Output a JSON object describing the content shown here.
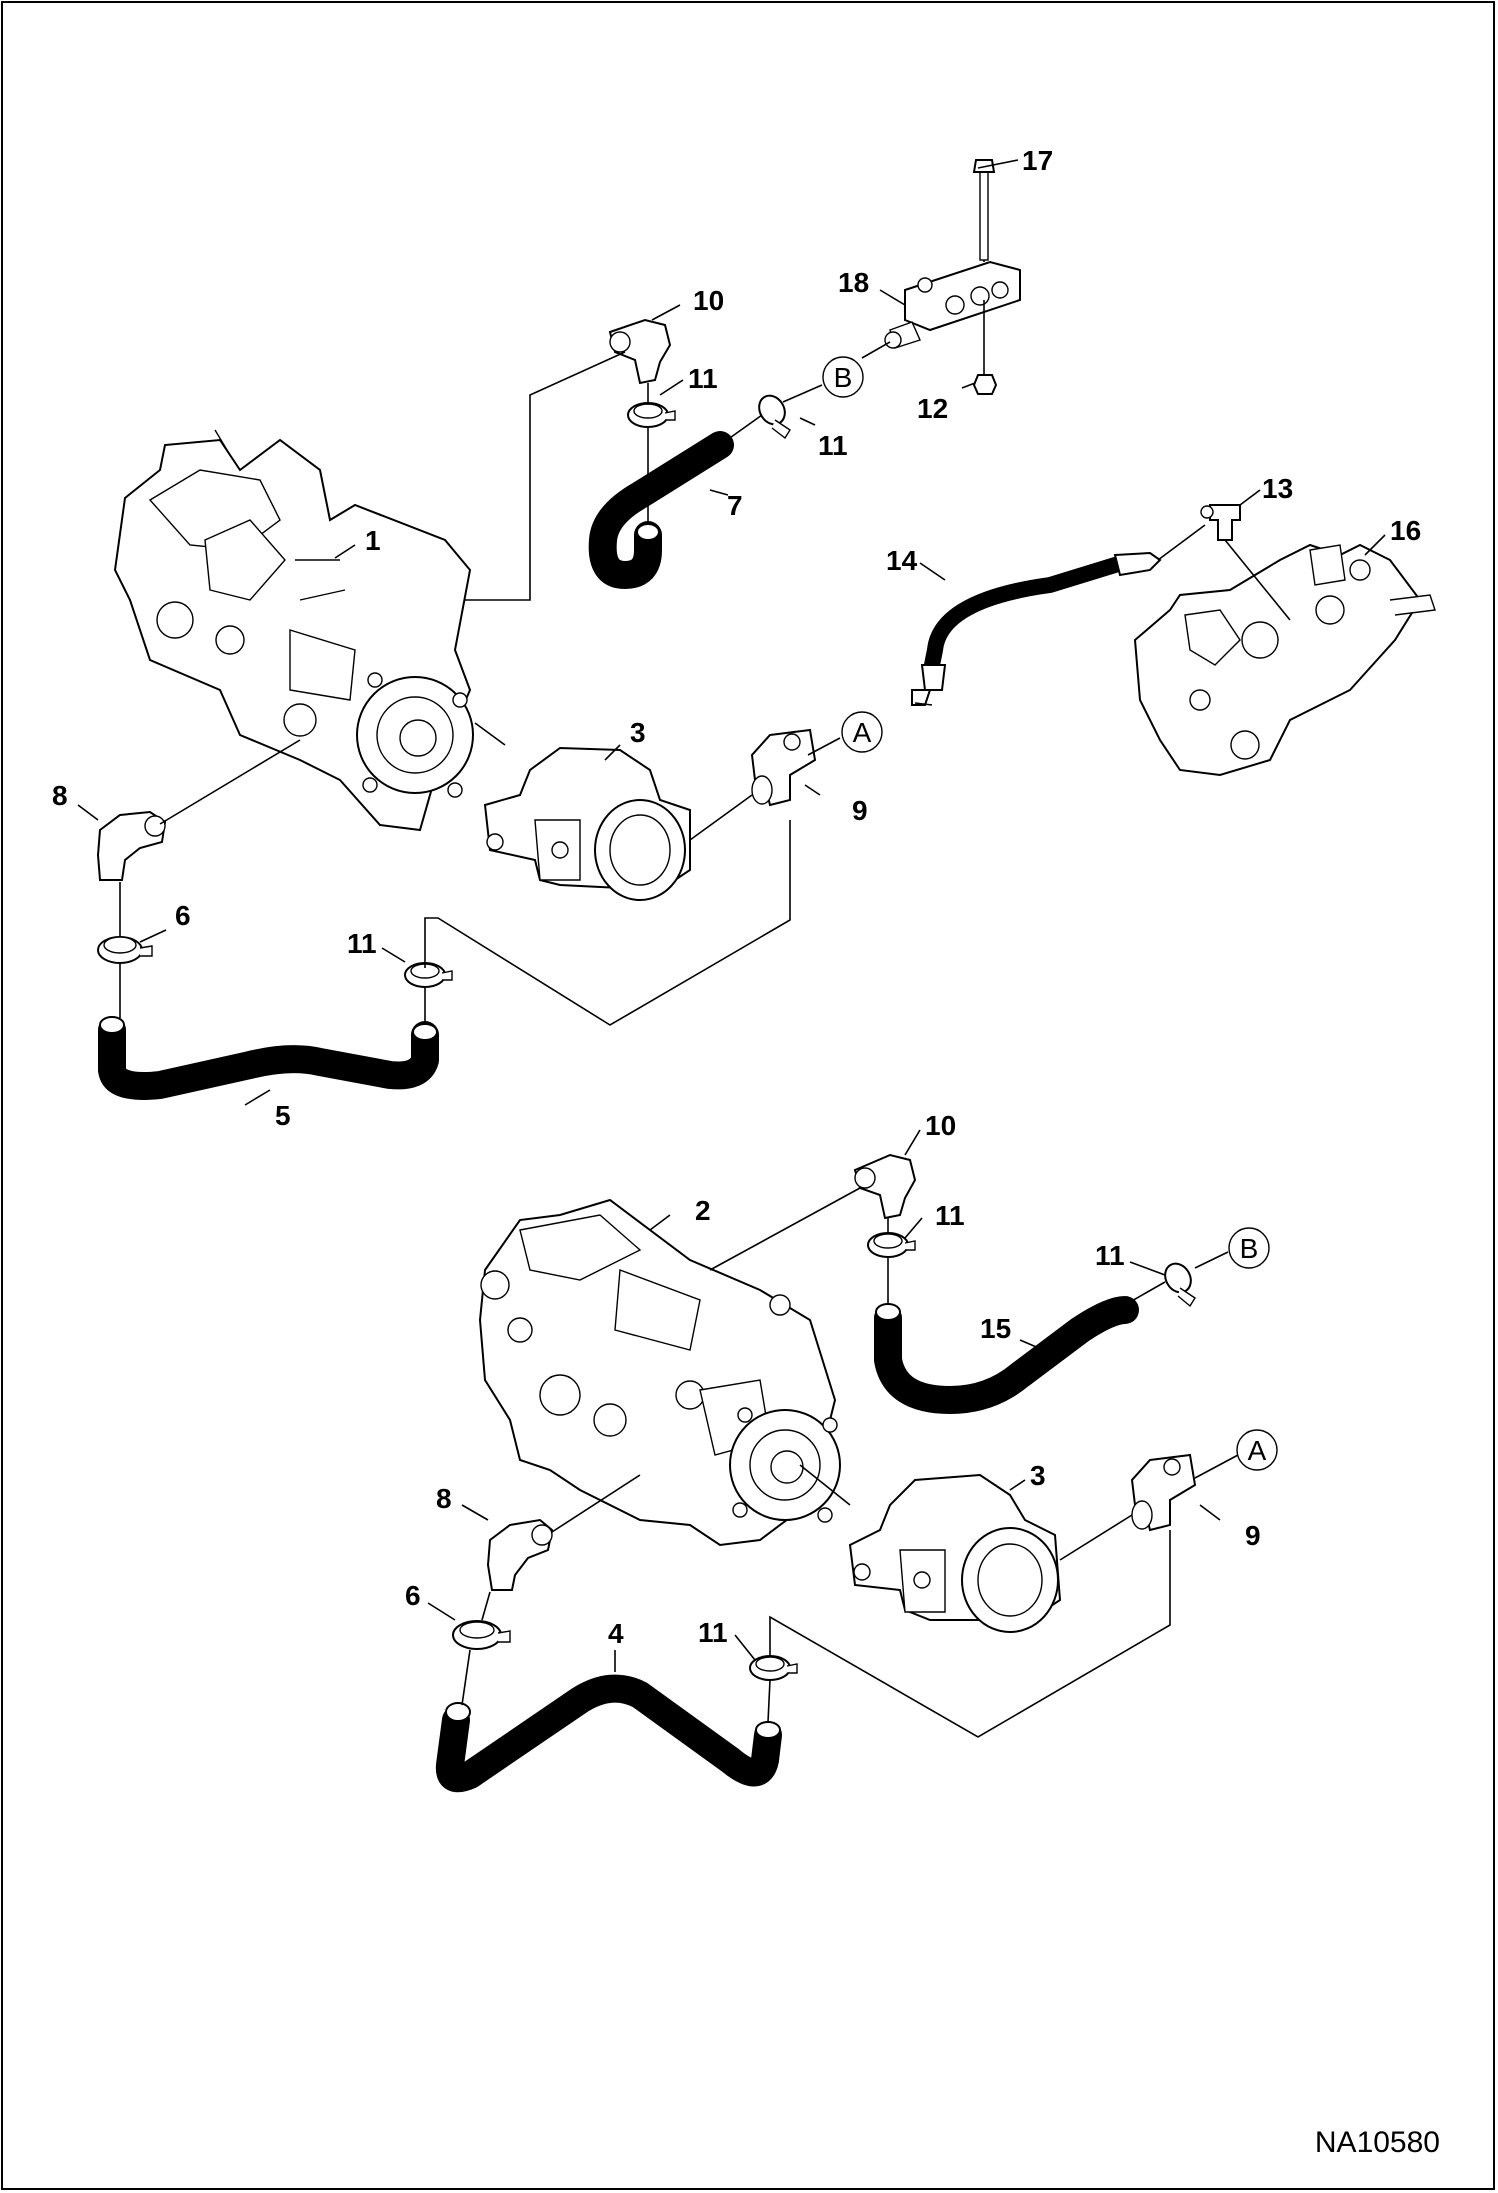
{
  "figure_reference": "NA10580",
  "callouts": {
    "top": {
      "p1": "1",
      "p3": "3",
      "p5": "5",
      "p6": "6",
      "p7": "7",
      "p8": "8",
      "p9": "9",
      "p10": "10",
      "p11a": "11",
      "p11b": "11",
      "p11c": "11",
      "p12": "12",
      "p13": "13",
      "p14": "14",
      "p16": "16",
      "p17": "17",
      "p18": "18"
    },
    "bottom": {
      "p2": "2",
      "p3": "3",
      "p4": "4",
      "p6": "6",
      "p8": "8",
      "p9": "9",
      "p10": "10",
      "p11a": "11",
      "p11b": "11",
      "p11c": "11",
      "p15": "15"
    }
  },
  "connectors": {
    "top_B": "B",
    "top_A": "A",
    "bottom_B": "B",
    "bottom_A": "A"
  }
}
